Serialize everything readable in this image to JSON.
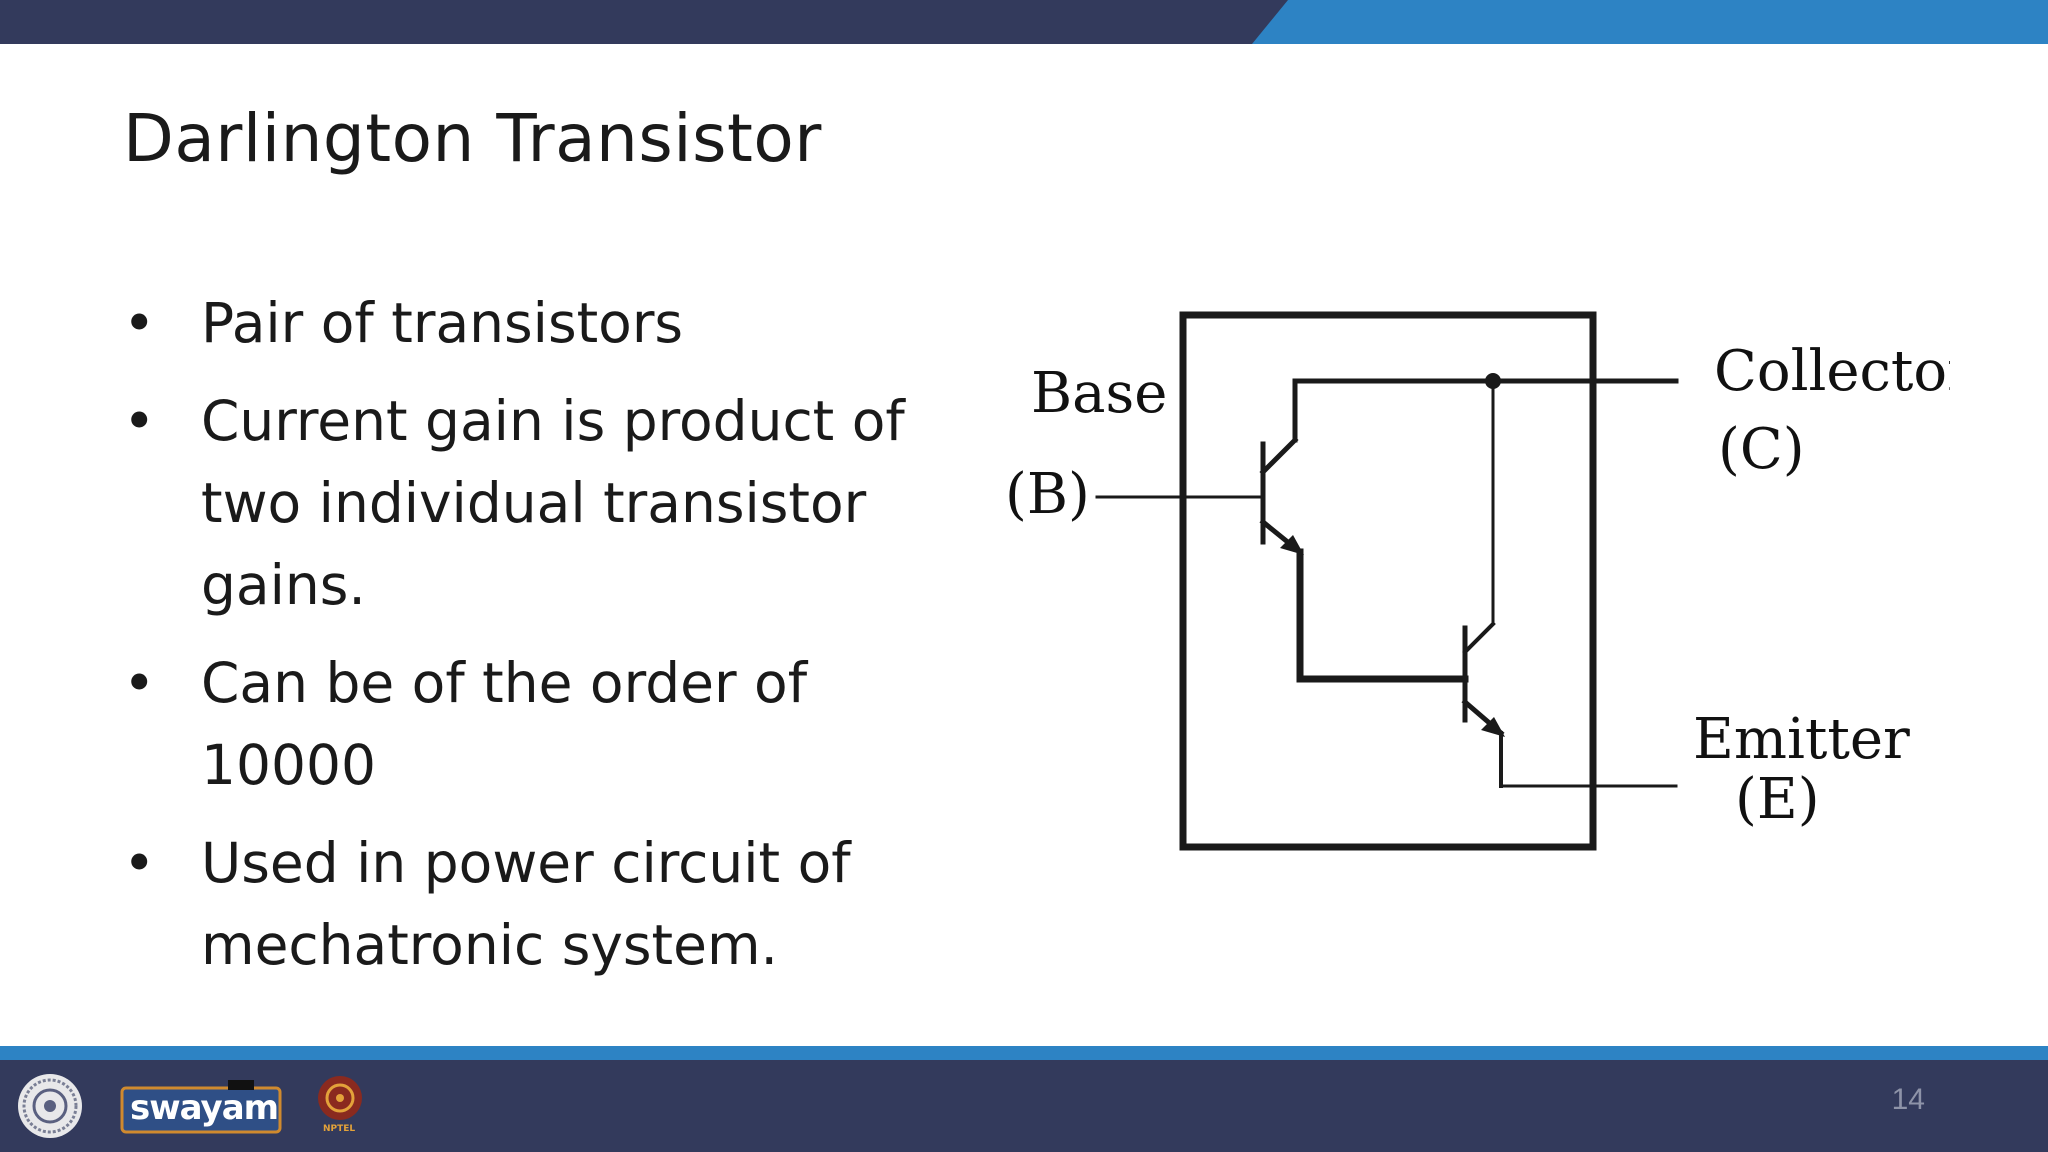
{
  "slide": {
    "title": "Darlington Transistor",
    "bullets": [
      "Pair of transistors",
      "Current gain is product of two individual transistor gains.",
      "Can be of the order of 10000",
      "Used in power circuit of mechatronic system."
    ],
    "page_number": "14"
  },
  "diagram": {
    "base_label": "Base",
    "base_symbol": "(B)",
    "collector_label": "Collector",
    "collector_symbol": "(C)",
    "emitter_label": "Emitter",
    "emitter_symbol": "(E)"
  },
  "footer": {
    "logos": [
      "iit-roorkee-seal-icon",
      "swayam-logo",
      "nptel-logo"
    ],
    "swayam_text": "swayam",
    "nptel_text": "NPTEL"
  },
  "colors": {
    "navy": "#333a5c",
    "accent_blue": "#2d83c4"
  }
}
